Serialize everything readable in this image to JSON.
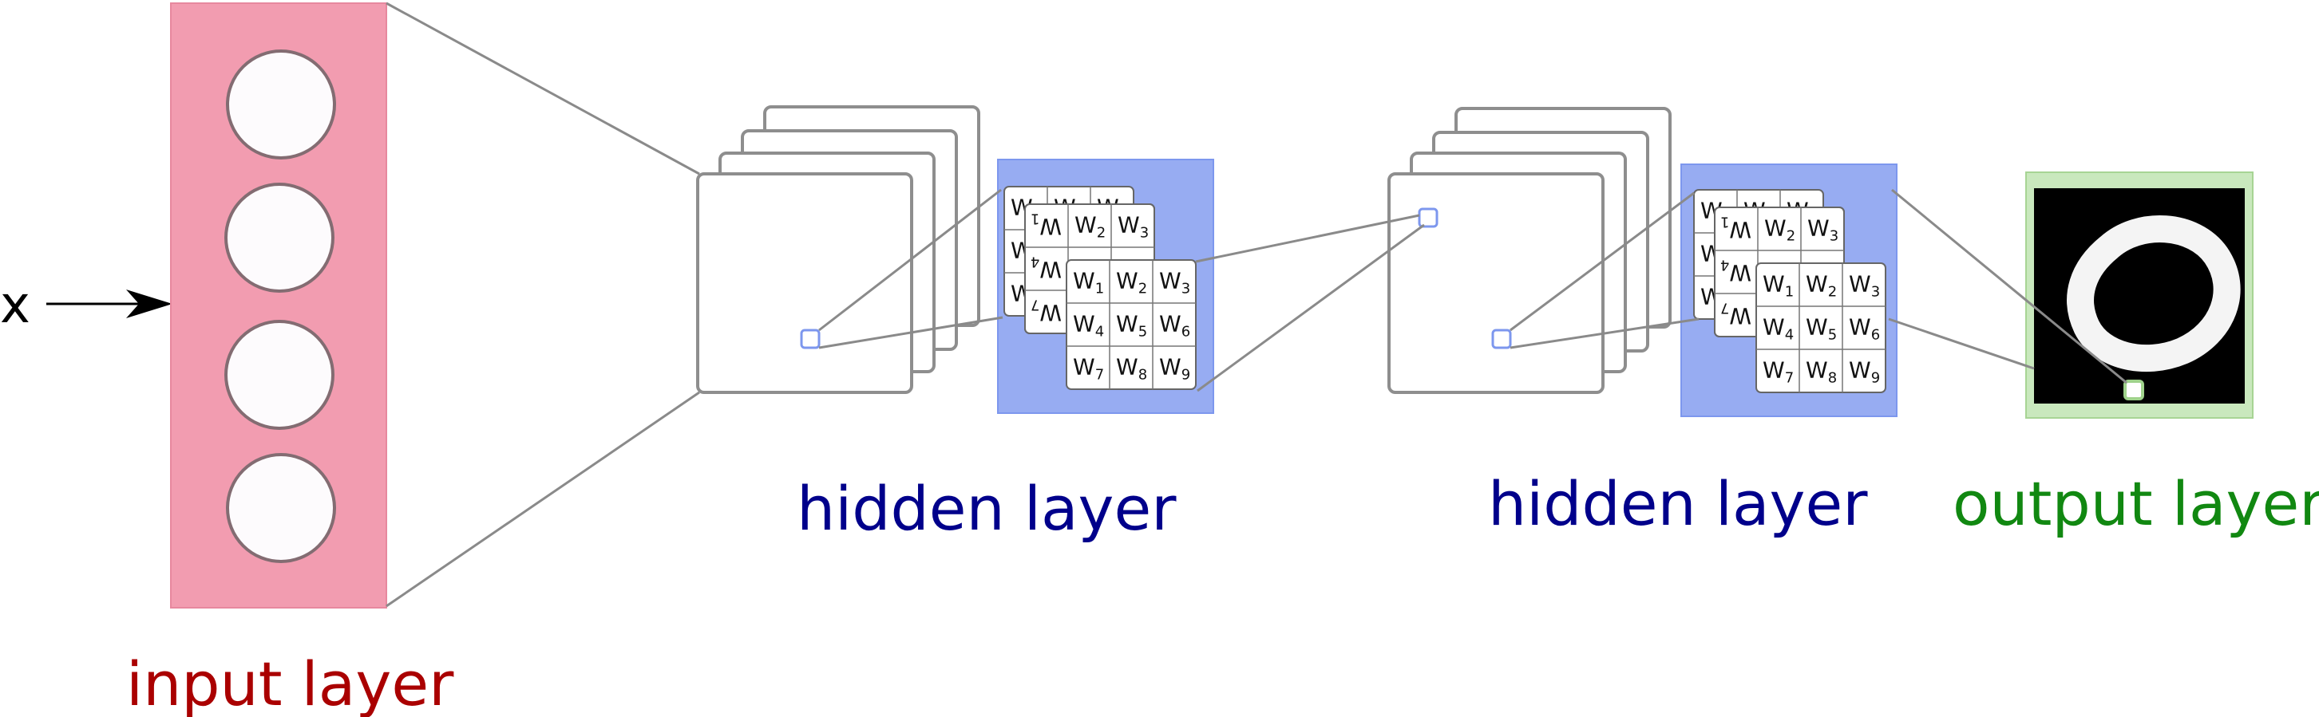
{
  "labels": {
    "input": "input layer",
    "hidden1": "hidden layer",
    "hidden2": "hidden layer",
    "output": "output layer",
    "x": "x"
  },
  "weight_symbol": "W",
  "kernel": [
    [
      "1",
      "2",
      "3"
    ],
    [
      "4",
      "5",
      "6"
    ],
    [
      "7",
      "8",
      "9"
    ]
  ],
  "colors": {
    "input_layer": "#f29cb0",
    "kernel_bg": "#97acf2",
    "output_bg": "#c9e8bd",
    "input_label": "#aa0000",
    "hidden_label": "#00008b",
    "output_label": "#118811",
    "line": "#8a8a8a",
    "frame": "#8e8e8e"
  }
}
